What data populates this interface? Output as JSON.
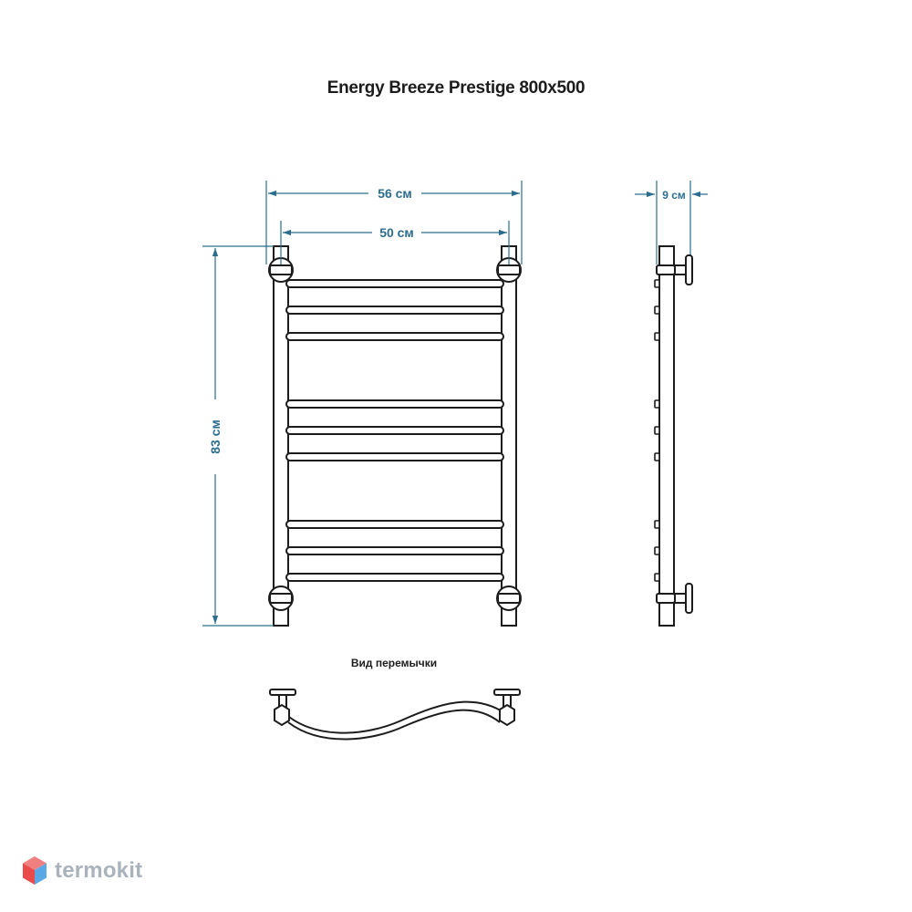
{
  "title": "Energy Breeze Prestige 800x500",
  "dimensions": {
    "outer_width": "56 см",
    "inner_width": "50 см",
    "height": "83 см",
    "depth": "9 см"
  },
  "jumper_caption": "Вид перемычки",
  "brand": {
    "name": "termokit",
    "icon": "cube-logo-icon"
  },
  "colors": {
    "dimension": "#2b6d8e",
    "outline": "#1c1c1c",
    "logo_gray": "#aab2bb",
    "logo_red": "#e94b4b",
    "logo_blue": "#5aa9e6"
  }
}
